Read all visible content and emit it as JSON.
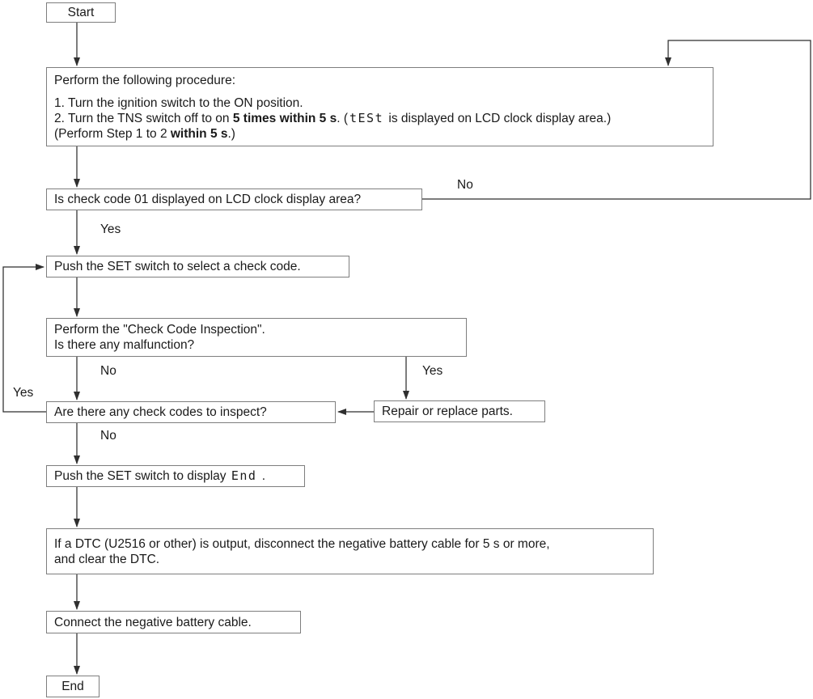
{
  "diagram": {
    "boxes": {
      "start": {
        "label": "Start"
      },
      "procedure": {
        "line1": "Perform the following procedure:",
        "line2": "1. Turn the ignition switch to the ON position.",
        "line3": {
          "a": "2. Turn the TNS switch off to on ",
          "bold": "5 times within 5 s",
          "b": ". (",
          "lcd": "tESt",
          "c": " is displayed on LCD clock display area.)"
        },
        "line4": {
          "a": "(Perform Step 1 to 2 ",
          "bold": "within 5 s",
          "b": ".)"
        }
      },
      "check_code_01": {
        "label": "Is check code 01 displayed on LCD clock display area?"
      },
      "push_set_select": {
        "label": "Push the SET switch to select a check code."
      },
      "inspection": {
        "line1": "Perform the \"Check Code Inspection\".",
        "line2": "Is there any malfunction?"
      },
      "any_check_codes": {
        "label": "Are there any check codes to inspect?"
      },
      "repair": {
        "label": "Repair or replace parts."
      },
      "push_set_end": {
        "a": "Push the SET switch to display ",
        "lcd": "End",
        "b": " ."
      },
      "dtc": {
        "line1": "If a DTC (U2516 or other) is output, disconnect the negative battery cable for 5 s or more,",
        "line2": "and clear the DTC."
      },
      "connect_battery": {
        "label": "Connect the negative battery cable."
      },
      "end": {
        "label": "End"
      }
    },
    "edge_labels": {
      "no_top": "No",
      "yes_top": "Yes",
      "no_mid": "No",
      "yes_repair": "Yes",
      "yes_loop": "Yes",
      "no_bottom": "No"
    },
    "colors": {
      "background": "#ffffff",
      "box_border": "#7e7e7e",
      "line": "#2f2f2f",
      "text": "#1a1a1a"
    }
  }
}
